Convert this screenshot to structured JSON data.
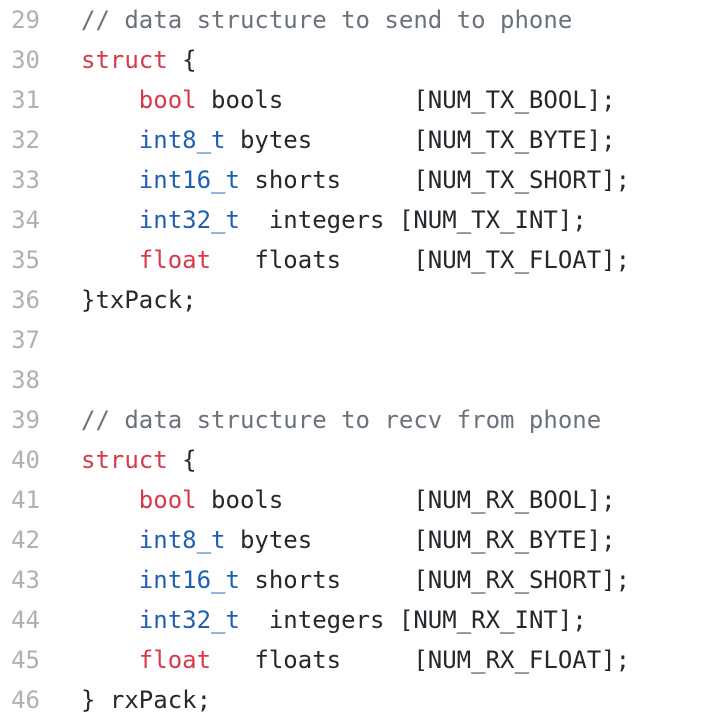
{
  "editor": {
    "colors": {
      "line_number": "#b0b0b0",
      "comment": "#6a737d",
      "keyword": "#d73a49",
      "type": "#1f5fb5",
      "plain": "#24292e",
      "background": "#ffffff"
    },
    "lines": [
      {
        "number": "29",
        "tokens": [
          {
            "kind": "comment",
            "text": "// data structure to send to phone"
          }
        ]
      },
      {
        "number": "30",
        "tokens": [
          {
            "kind": "keyword",
            "text": "struct"
          },
          {
            "kind": "plain",
            "text": " {"
          }
        ]
      },
      {
        "number": "31",
        "tokens": [
          {
            "kind": "plain",
            "text": "    "
          },
          {
            "kind": "keyword",
            "text": "bool"
          },
          {
            "kind": "plain",
            "text": " bools         [NUM_TX_BOOL];"
          }
        ]
      },
      {
        "number": "32",
        "tokens": [
          {
            "kind": "plain",
            "text": "    "
          },
          {
            "kind": "type",
            "text": "int8_t"
          },
          {
            "kind": "plain",
            "text": " bytes       [NUM_TX_BYTE];"
          }
        ]
      },
      {
        "number": "33",
        "tokens": [
          {
            "kind": "plain",
            "text": "    "
          },
          {
            "kind": "type",
            "text": "int16_t"
          },
          {
            "kind": "plain",
            "text": " shorts     [NUM_TX_SHORT];"
          }
        ]
      },
      {
        "number": "34",
        "tokens": [
          {
            "kind": "plain",
            "text": "    "
          },
          {
            "kind": "type",
            "text": "int32_t"
          },
          {
            "kind": "plain",
            "text": "  integers [NUM_TX_INT];"
          }
        ]
      },
      {
        "number": "35",
        "tokens": [
          {
            "kind": "plain",
            "text": "    "
          },
          {
            "kind": "keyword",
            "text": "float"
          },
          {
            "kind": "plain",
            "text": "   floats     [NUM_TX_FLOAT];"
          }
        ]
      },
      {
        "number": "36",
        "tokens": [
          {
            "kind": "plain",
            "text": "}txPack;"
          }
        ]
      },
      {
        "number": "37",
        "tokens": []
      },
      {
        "number": "38",
        "tokens": []
      },
      {
        "number": "39",
        "tokens": [
          {
            "kind": "comment",
            "text": "// data structure to recv from phone"
          }
        ]
      },
      {
        "number": "40",
        "tokens": [
          {
            "kind": "keyword",
            "text": "struct"
          },
          {
            "kind": "plain",
            "text": " {"
          }
        ]
      },
      {
        "number": "41",
        "tokens": [
          {
            "kind": "plain",
            "text": "    "
          },
          {
            "kind": "keyword",
            "text": "bool"
          },
          {
            "kind": "plain",
            "text": " bools         [NUM_RX_BOOL];"
          }
        ]
      },
      {
        "number": "42",
        "tokens": [
          {
            "kind": "plain",
            "text": "    "
          },
          {
            "kind": "type",
            "text": "int8_t"
          },
          {
            "kind": "plain",
            "text": " bytes       [NUM_RX_BYTE];"
          }
        ]
      },
      {
        "number": "43",
        "tokens": [
          {
            "kind": "plain",
            "text": "    "
          },
          {
            "kind": "type",
            "text": "int16_t"
          },
          {
            "kind": "plain",
            "text": " shorts     [NUM_RX_SHORT];"
          }
        ]
      },
      {
        "number": "44",
        "tokens": [
          {
            "kind": "plain",
            "text": "    "
          },
          {
            "kind": "type",
            "text": "int32_t"
          },
          {
            "kind": "plain",
            "text": "  integers [NUM_RX_INT];"
          }
        ]
      },
      {
        "number": "45",
        "tokens": [
          {
            "kind": "plain",
            "text": "    "
          },
          {
            "kind": "keyword",
            "text": "float"
          },
          {
            "kind": "plain",
            "text": "   floats     [NUM_RX_FLOAT];"
          }
        ]
      },
      {
        "number": "46",
        "tokens": [
          {
            "kind": "plain",
            "text": "} rxPack;"
          }
        ]
      }
    ]
  }
}
